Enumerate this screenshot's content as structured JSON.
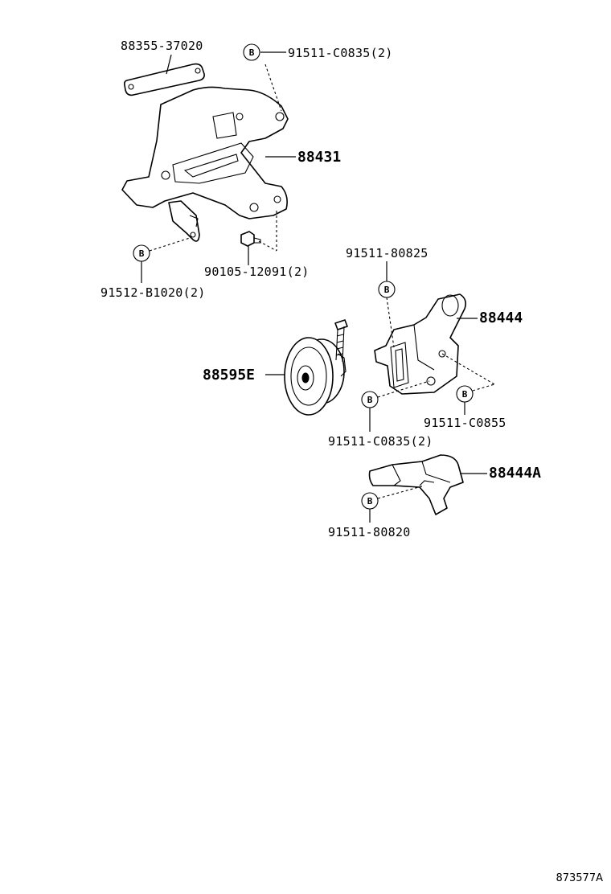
{
  "labels": {
    "part_88355": "88355-37020",
    "bolt_top": "91511-C0835(2)",
    "bracket_main": "88431",
    "bolt_left": "91512-B1020(2)",
    "nut": "90105-12091(2)",
    "bolt_80825": "91511-80825",
    "bracket_88444": "88444",
    "pulley": "88595E",
    "bolt_c0855": "91511-C0855",
    "bolt_mid": "91511-C0835(2)",
    "bracket_88444a": "88444A",
    "bolt_80820": "91511-80820"
  },
  "callout_letter": "B",
  "ref_code": "873577A"
}
